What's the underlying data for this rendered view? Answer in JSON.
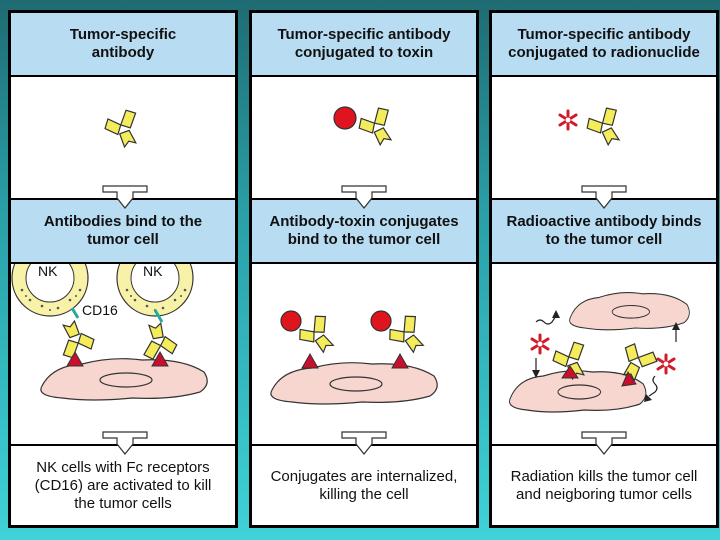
{
  "columns": [
    {
      "top_label": "Tumor-specific\nantibody",
      "mid_label": "Antibodies bind to the\ntumor cell",
      "bottom_label": "NK cells with Fc receptors\n(CD16) are activated to kill\nthe tumor cells",
      "nk_label": "NK",
      "cd16_label": "CD16"
    },
    {
      "top_label": "Tumor-specific antibody\nconjugated to toxin",
      "mid_label": "Antibody-toxin conjugates\nbind to the tumor cell",
      "bottom_label": "Conjugates are internalized,\nkilling the cell"
    },
    {
      "top_label": "Tumor-specific antibody\nconjugated to radionuclide",
      "mid_label": "Radioactive antibody binds\nto the tumor cell",
      "bottom_label": "Radiation kills the tumor cell\nand neigboring tumor cells"
    }
  ],
  "colors": {
    "header_fill": "#b8dcf2",
    "antibody": "#f4ec5a",
    "toxin": "#e0141e",
    "radionuclide": "#d11a2a",
    "tumor_cell": "#f7d6cf",
    "nk_cell": "#f7f2a8",
    "receptor": "#c8102e",
    "cd16": "#2aa8a0"
  }
}
